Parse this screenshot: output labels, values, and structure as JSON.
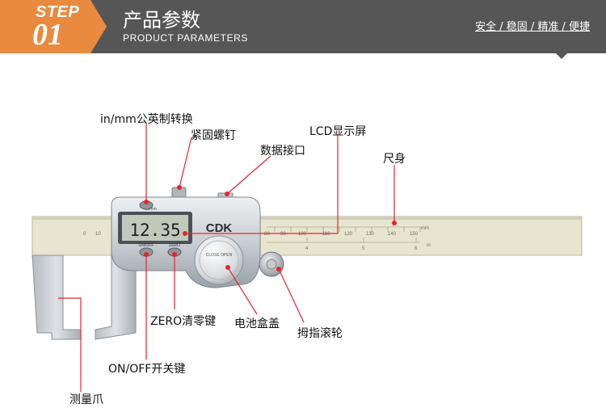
{
  "header": {
    "step_word": "STEP",
    "step_num": "01",
    "title_cn": "产品参数",
    "title_en": "PRODUCT PARAMETERS",
    "slogan": "安全 / 稳固 / 精准 / 便捷",
    "bg_color": "#565656",
    "accent_color": "#e98a3f"
  },
  "caliper": {
    "brand": "CDK",
    "lcd_value": "12.35",
    "lcd_unit_label": "in/mm",
    "cover_text": "CLOSE OPEN",
    "onoff_label": "ON/OFF",
    "zero_label": "ZERO",
    "mm_label": "mm",
    "in_label": "in",
    "mm_ticks": [
      "0",
      "10",
      "80",
      "90",
      "100",
      "110",
      "120",
      "130",
      "140",
      "150"
    ],
    "in_ticks": [
      "4",
      "5",
      "6"
    ],
    "leader_color": "#e8232f"
  },
  "callouts": {
    "unit_switch": "in/mm公英制转换",
    "lock_screw": "紧固螺钉",
    "data_port": "数据接口",
    "lcd": "LCD显示屏",
    "beam": "尺身",
    "zero_key": "ZERO清零键",
    "battery_cover": "电池盒盖",
    "thumb_roller": "拇指滚轮",
    "onoff_key": "ON/OFF开关键",
    "jaw": "测量爪"
  }
}
